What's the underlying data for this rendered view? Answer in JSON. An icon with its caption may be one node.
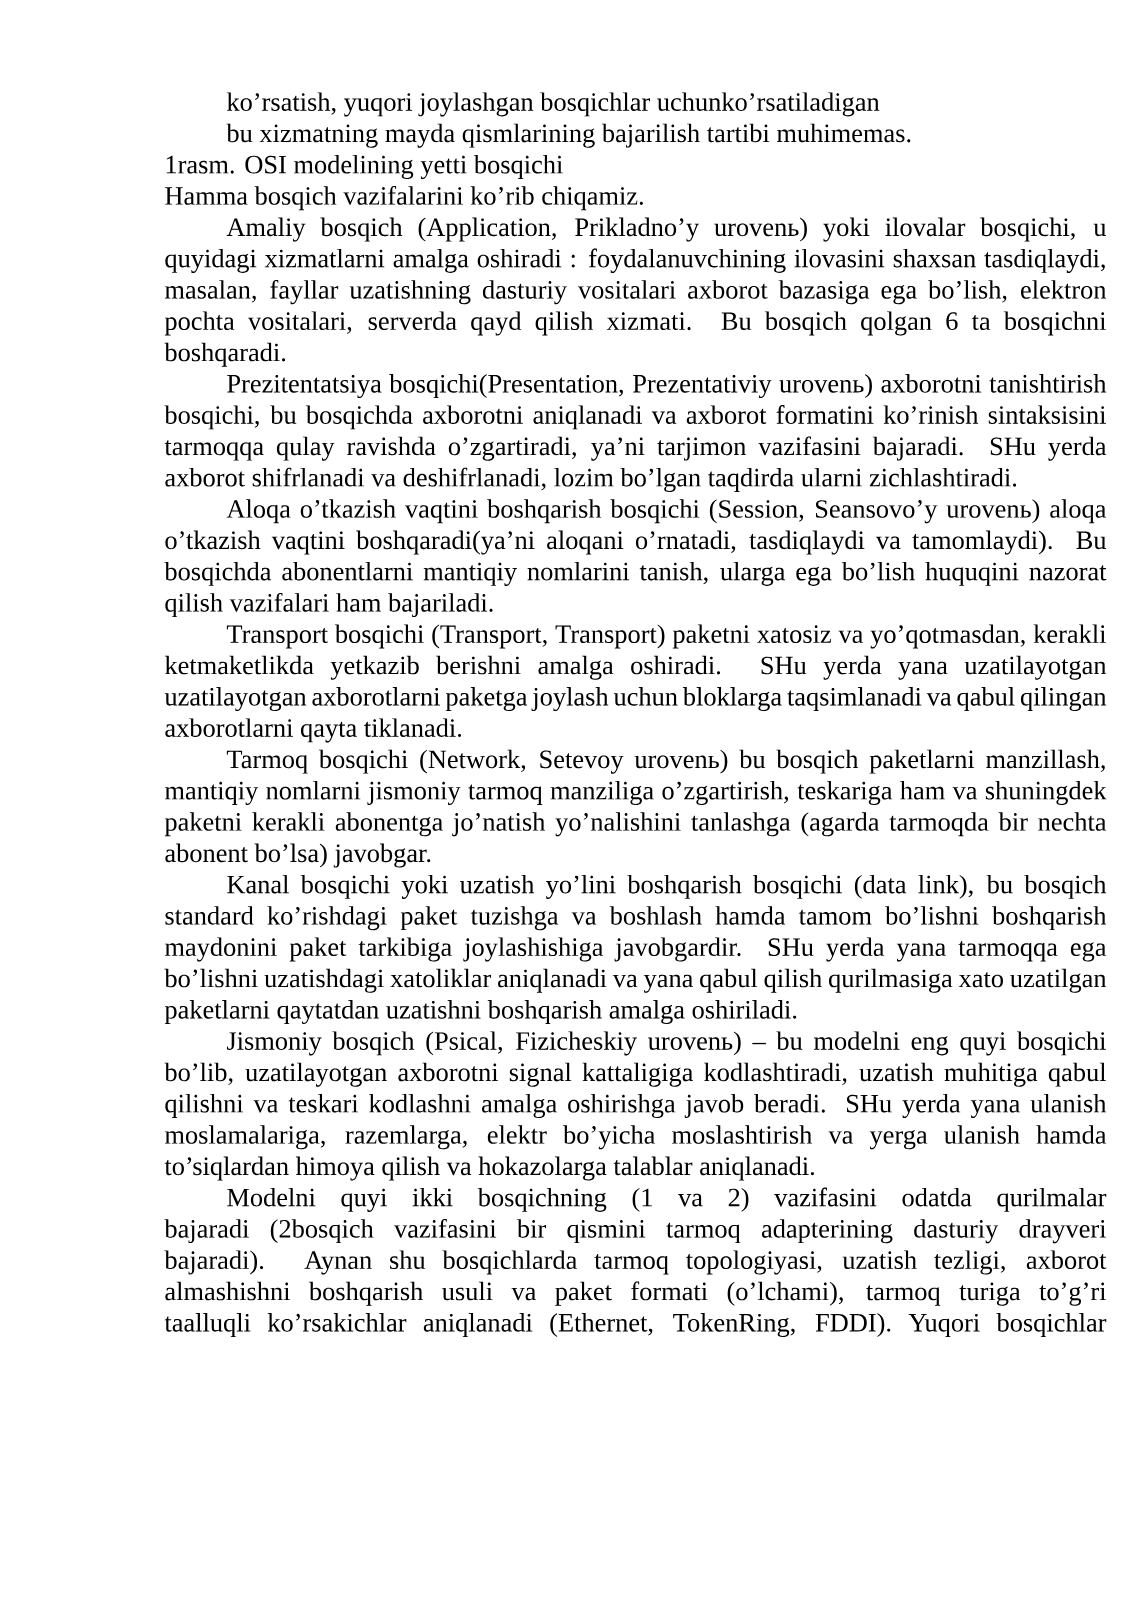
{
  "diagram": {
    "labels": [
      "ko’rsatish,  yuqori  joylashgan bosqichlar  uchunko’rsatiladigan",
      "bu  xizmatning  mayda qismlarining bajarilish tartibi muhimemas.",
      "1rasm. OSI modelining yetti bosqichi",
      "Hamma bosqich vazifalarini ko’rib chiqamiz.",
      "Amaliy bosqich (Application, Prikladno’y urovenь) yoki ilovalar bosqichi, u quyidagi xizmatlarni amalga oshiradi : foydalanuvchining ilovasini shaxsan tasdiqlaydi, masalan, fayllar uzatishning dasturiy vositalari axborot bazasiga ega bo’lish, elektron pochta vositalari, serverda qayd qilish xizmati. Bu bosqich qolgan 6 ta bosqichni boshqaradi.",
      "Prezitentatsiya bosqichi(Presentation, Prezentativiy urovenь) axborotni tanishtirish bosqichi, bu bosqichda axborotni aniqlanadi va axborot formatini ko’rinish sintaksisini tarmoqqa qulay ravishda o’zgartiradi, ya’ni tarjimon vazifasini bajaradi. SHu yerda axborot shifrlanadi va deshifrlanadi, lozim bo’lgan taqdirda ularni zichlashtiradi.",
      "Aloqa o’tkazish vaqtini boshqarish bosqichi (Session, Seansovo’y urovenь) aloqa o’tkazish vaqtini boshqaradi(ya’ni aloqani o’rnatadi, tasdiqlaydi va tamomlaydi). Bu bosqichda abonentlarni mantiqiy nomlarini tanish, ularga ega bo’lish huquqini nazorat qilish vazifalari ham bajariladi.",
      "Transport bosqichi (Transport, Transport) paketni xatosiz va yo’qotmasdan, kerakli ketmaketlikda yetkazib berishni amalga oshiradi. SHu yerda yana uzatilayotgan uzatilayotgan axborotlarni paketga joylash uchun bloklarga taqsimlanadi va qabul qilingan axborotlarni qayta tiklanadi.",
      "Tarmoq bosqichi (Network, Setevoy urovenь) bu bosqich paketlarni manzillash, mantiqiy nomlarni jismoniy tarmoq manziliga o’zgartirish, teskariga ham va shuningdek paketni kerakli abonentga jo’natish yo’nalishini tanlashga (agarda tarmoqda bir nechta abonent bo’lsa) javobgar.",
      "Kanal bosqichi yoki uzatish yo’lini boshqarish bosqichi (data link), bu bosqich standard ko’rishdagi paket tuzishga va boshlash hamda tamom bo’lishni boshqarish maydonini paket tarkibiga joylashishiga javobgardir. SHu yerda yana tarmoqqa ega bo’lishni uzatishdagi xatoliklar aniqlanadi va yana qabul qilish qurilmasiga xato uzatilgan paketlarni qaytatdan uzatishni boshqarish amalga oshiriladi.",
      "Jismoniy bosqich (Psical, Fizicheskiy urovenь) – bu modelni eng quyi bosqichi bo’lib, uzatilayotgan axborotni signal kattaligiga kodlashtiradi, uzatish muhitiga qabul qilishni va teskari kodlashni amalga oshirishga javob beradi. SHu yerda yana ulanish moslamalariga, razemlarga, elektr bo’yicha moslashtirish va yerga ulanish hamda to’siqlardan himoya qilish va hokazolarga talablar aniqlanadi.",
      "Modelni quyi ikki bosqichning (1 va 2) vazifasini odatda qurilmalar bajaradi (2bosqich vazifasini bir qismini tarmoq adapterining dasturiy drayveri bajaradi). Aynan shu bosqichlarda tarmoq topologiyasi, uzatish tezligi, axborot almashishni boshqarish usuli va paket formati (o’lchami), tarmoq turiga to’g’ri taalluqli ko’rsakichlar aniqlanadi (Ethernet, TokenRing, FDDI). Yuqori bosqichlar"
    ]
  }
}
